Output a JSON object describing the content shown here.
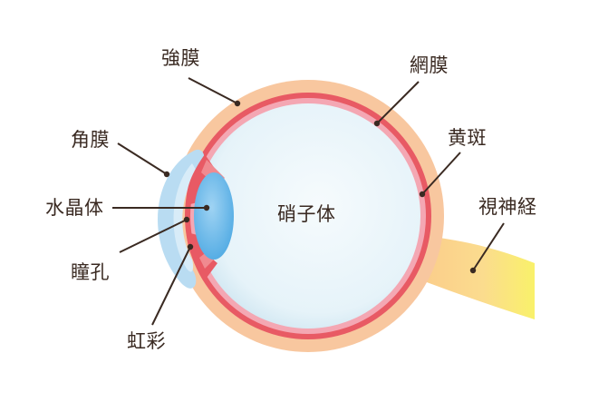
{
  "labels": {
    "sclera": "強膜",
    "retina": "網膜",
    "cornea": "角膜",
    "macula": "黄斑",
    "lens": "水晶体",
    "vitreous": "硝子体",
    "optic_nerve": "視神経",
    "pupil": "瞳孔",
    "iris": "虹彩"
  },
  "colors": {
    "sclera": "#f8c79f",
    "retina": "#e85a64",
    "retina_light": "#f4a7b3",
    "vitreous": "#eaf6fb",
    "vitreous_edge": "#cfe8f2",
    "cornea": "#b9dcf2",
    "lens": "#5cb1e6",
    "optic_nerve_outer": "#fbd48c",
    "optic_nerve_inner": "#f9ef6a",
    "leader_line": "#3a2a22"
  }
}
